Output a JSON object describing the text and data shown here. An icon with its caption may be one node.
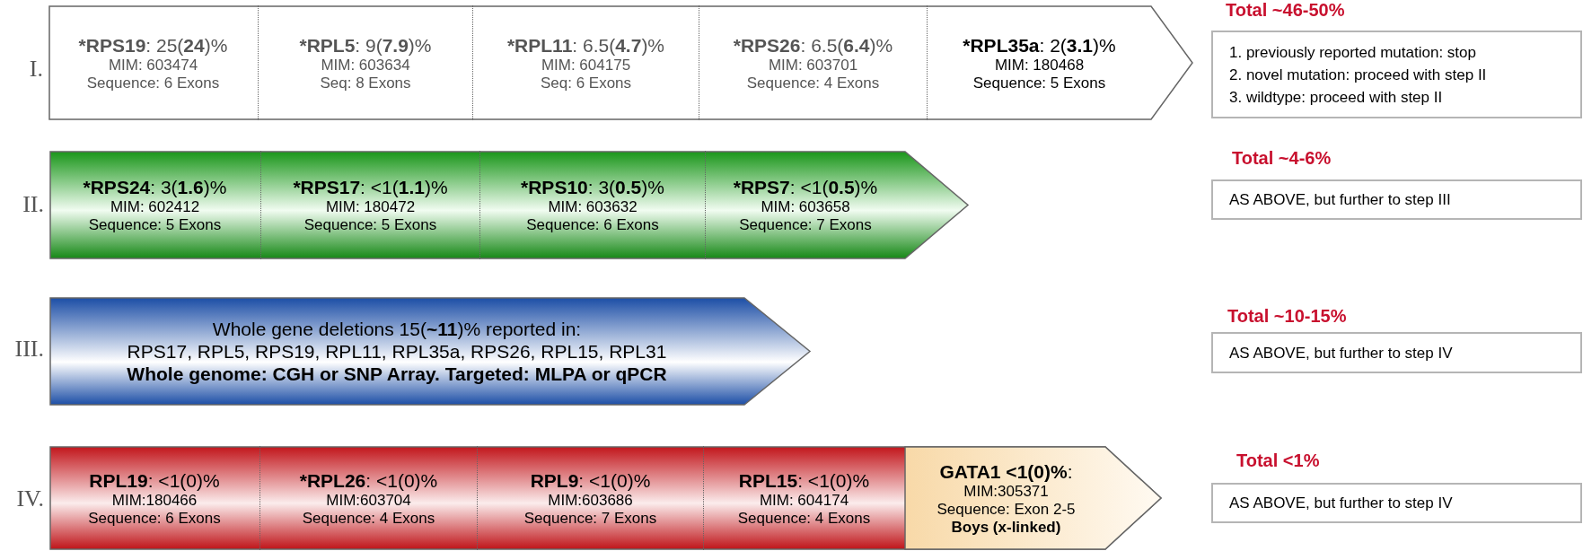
{
  "diagram": {
    "nodes": [
      {
        "text": [],
        "shape": "arrow",
        "beside": [
          "I."
        ]
      },
      {
        "text": [
          "***RPS19**: 25(**24**)%",
          "MIM: 603474",
          "Sequence: 6 Exons"
        ],
        "in": 0
      },
      {
        "text": [
          "***RPL5**: 9(**7.9**)%",
          "MIM: 603634",
          "Seq: 8 Exons"
        ],
        "in": 0
      },
      {
        "text": [
          "***RPL11**: 6.5(**4.7**)%",
          "MIM: 604175",
          "Seq: 6 Exons"
        ],
        "in": 0
      },
      {
        "text": [
          "***RPS26**: 6.5(**6.4**)%",
          "MIM: 603701",
          "Sequence: 4 Exons"
        ],
        "in": 0
      },
      {
        "text": [
          "***RPL35a**: 2(**3.1**)%",
          "MIM: 180468",
          "Sequence: 5 Exons"
        ],
        "in": 0
      },
      {
        "text": [
          "Total ~46-50%",
          "1. previously reported mutation: stop",
          "2. novel mutation: proceed with step II",
          "3. wildtype: proceed with step II"
        ]
      },
      {
        "text": [],
        "shape": "arrow",
        "beside": [
          "II."
        ]
      },
      {
        "text": [
          "***RPS24**: 3(**1.6**)%",
          "MIM: 602412",
          "Sequence: 5 Exons"
        ],
        "in": 7
      },
      {
        "text": [
          "***RPS17**: <1(**1.1**)%",
          "MIM: 180472",
          "Sequence: 5 Exons"
        ],
        "in": 7
      },
      {
        "text": [
          "***RPS10**: 3(**0.5**)%",
          "MIM: 603632",
          "Sequence: 6 Exons"
        ],
        "in": 7
      },
      {
        "text": [
          "***RPS7**: <1(**0.5**)%",
          "MIM: 603658",
          "Sequence: 7 Exons"
        ],
        "in": 7
      },
      {
        "text": [
          "Total ~4-6%",
          "AS ABOVE, but further to step III"
        ]
      },
      {
        "text": [
          "Whole gene deletions 15(**~11**)% reported in:",
          "RPS17, RPL5, RPS19, RPL11, RPL35a, RPS26, RPL15, RPL31",
          "Whole genome: CGH or SNP Array. Targeted: MLPA or qPCR"
        ],
        "beside": [
          "III."
        ]
      },
      {
        "text": [
          "Total ~10-15%",
          "AS ABOVE, but further to step IV"
        ]
      },
      {
        "text": [],
        "shape": "arrow",
        "beside": [
          "IV."
        ]
      },
      {
        "text": [
          "**RPL19**: <1(0)%",
          "MIM:180466",
          "Sequence: 6 Exons"
        ],
        "in": 15
      },
      {
        "text": [
          "***RPL26**: <1(0)%",
          "MIM:603704",
          "Sequence: 4 Exons"
        ],
        "in": 15
      },
      {
        "text": [
          "**RPL9**: <1(0)%",
          "MIM:603686",
          "Sequence: 7 Exons"
        ],
        "in": 15
      },
      {
        "text": [
          "**RPL15**: <1(0)%",
          "MIM: 604174",
          "Sequence: 4 Exons"
        ],
        "in": 15
      },
      {
        "text": [
          "**GATA1 <1(0)%**:",
          "MIM:305371",
          "Sequence: Exon 2-5",
          "Boys (x-linked)"
        ],
        "in": 15
      },
      {
        "text": [
          "Total <1%",
          "AS ABOVE, but further to step IV"
        ]
      }
    ]
  }
}
